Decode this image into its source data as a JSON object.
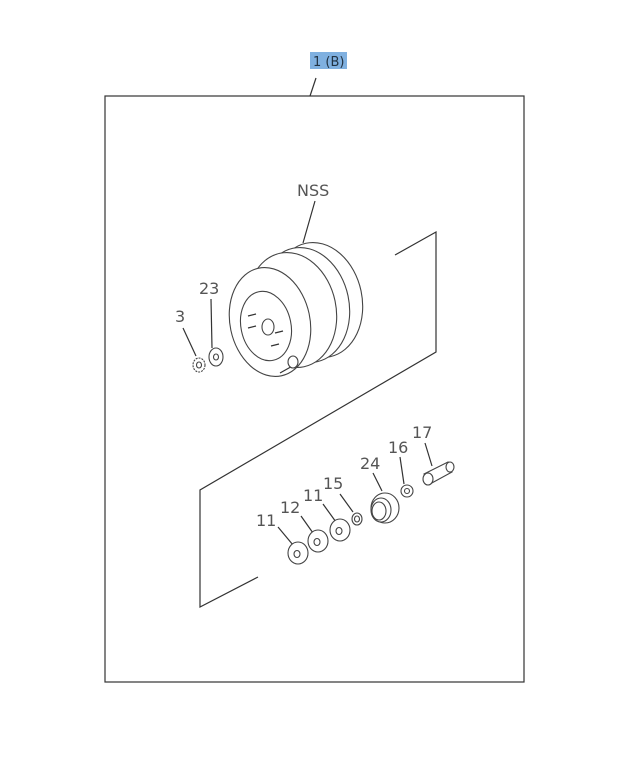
{
  "diagram": {
    "header_ref": "1 (B)",
    "header_highlight_color": "#7fb0e0",
    "callouts": {
      "drum": "NSS",
      "washer_23": "23",
      "lock_washer_3": "3",
      "spring_24": "24",
      "nut_16": "16",
      "bolt_17": "17",
      "bearing_11a": "11",
      "bearing_12": "12",
      "bearing_11b": "11",
      "ring_15": "15"
    }
  }
}
